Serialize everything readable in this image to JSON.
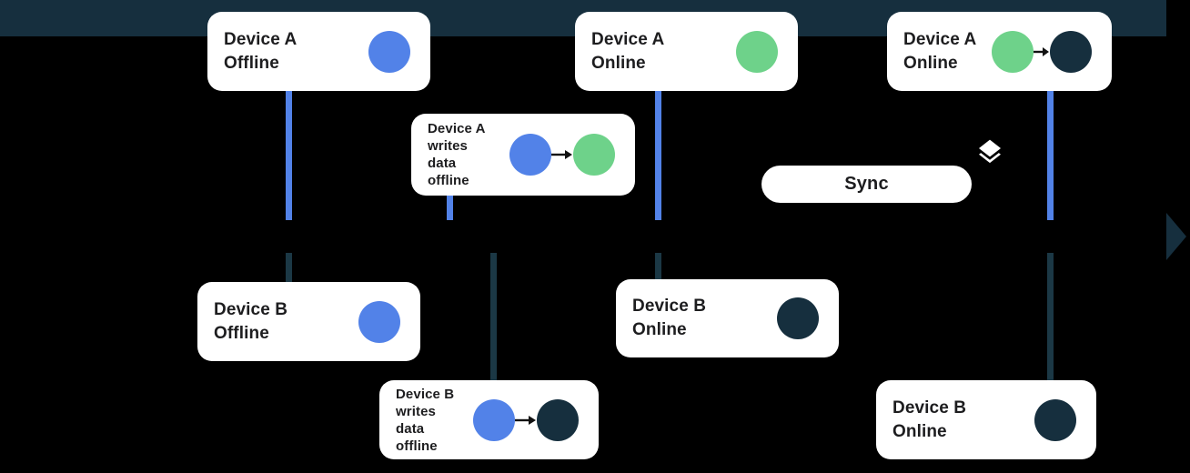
{
  "colors": {
    "blue": "#5282E8",
    "green": "#6ED28A",
    "dark": "#162F3E",
    "darkline": "#1B3845",
    "card": "#FFFFFF",
    "bg": "#000000",
    "text": "#1D1D1F"
  },
  "cards": [
    {
      "id": "device-a-offline",
      "title": "Device A\nOffline",
      "dots": [
        "blue"
      ]
    },
    {
      "id": "device-a-writes-offline",
      "title": "Device A\nwrites\ndata\noffline",
      "dots": [
        "blue",
        "green"
      ],
      "transition": true
    },
    {
      "id": "device-a-online-1",
      "title": "Device A\nOnline",
      "dots": [
        "green"
      ]
    },
    {
      "id": "device-a-online-2",
      "title": "Device A\nOnline",
      "dots": [
        "green",
        "dark"
      ],
      "transition": true
    },
    {
      "id": "device-b-offline",
      "title": "Device B\nOffline",
      "dots": [
        "blue"
      ]
    },
    {
      "id": "device-b-writes-offline",
      "title": "Device B\nwrites\ndata\noffline",
      "dots": [
        "blue",
        "dark"
      ],
      "transition": true
    },
    {
      "id": "device-b-online-1",
      "title": "Device B\nOnline",
      "dots": [
        "dark"
      ]
    },
    {
      "id": "device-b-online-2",
      "title": "Device B\nOnline",
      "dots": [
        "dark"
      ]
    }
  ],
  "sync": {
    "label": "Sync",
    "icon": "layers-icon"
  },
  "timeline": {
    "arrow": "right"
  }
}
